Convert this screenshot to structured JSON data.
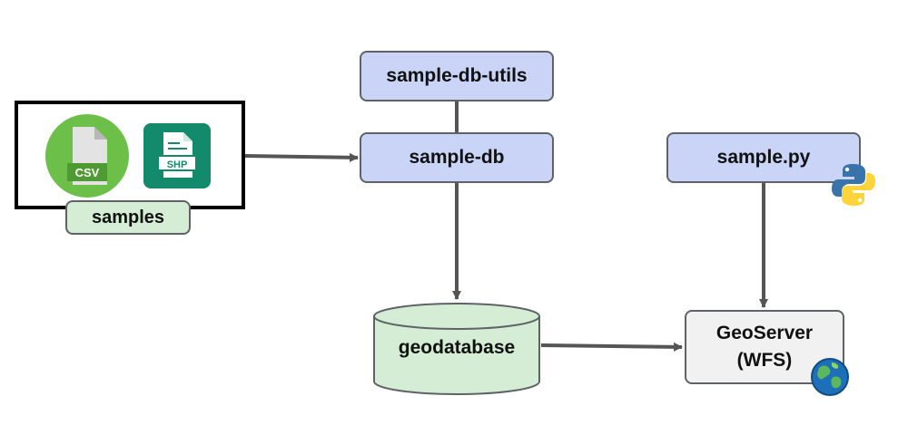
{
  "nodes": {
    "samples_label": "samples",
    "db_utils": "sample-db-utils",
    "db": "sample-db",
    "script": "sample.py",
    "database": "geodatabase",
    "geoserver_line1": "GeoServer",
    "geoserver_line2": "(WFS)"
  },
  "icons": {
    "csv": {
      "name": "csv-file-icon",
      "text": "CSV",
      "color": "#6cc04a"
    },
    "shp": {
      "name": "shp-file-icon",
      "text": "SHP",
      "color": "#128a6b"
    },
    "python": {
      "name": "python-logo-icon"
    },
    "geoserver": {
      "name": "geoserver-globe-icon"
    }
  },
  "edges": [
    {
      "from": "samples",
      "to": "sample-db",
      "arrow": true
    },
    {
      "from": "sample-db-utils",
      "to": "sample-db",
      "arrow": false
    },
    {
      "from": "sample-db",
      "to": "geodatabase",
      "arrow": true
    },
    {
      "from": "geodatabase",
      "to": "GeoServer (WFS)",
      "arrow": true
    },
    {
      "from": "sample.py",
      "to": "GeoServer (WFS)",
      "arrow": true
    }
  ],
  "colors": {
    "node_blue": "#c9d4f7",
    "node_green": "#d4edd4",
    "node_grey": "#f1f1f1",
    "edge": "#555555"
  }
}
